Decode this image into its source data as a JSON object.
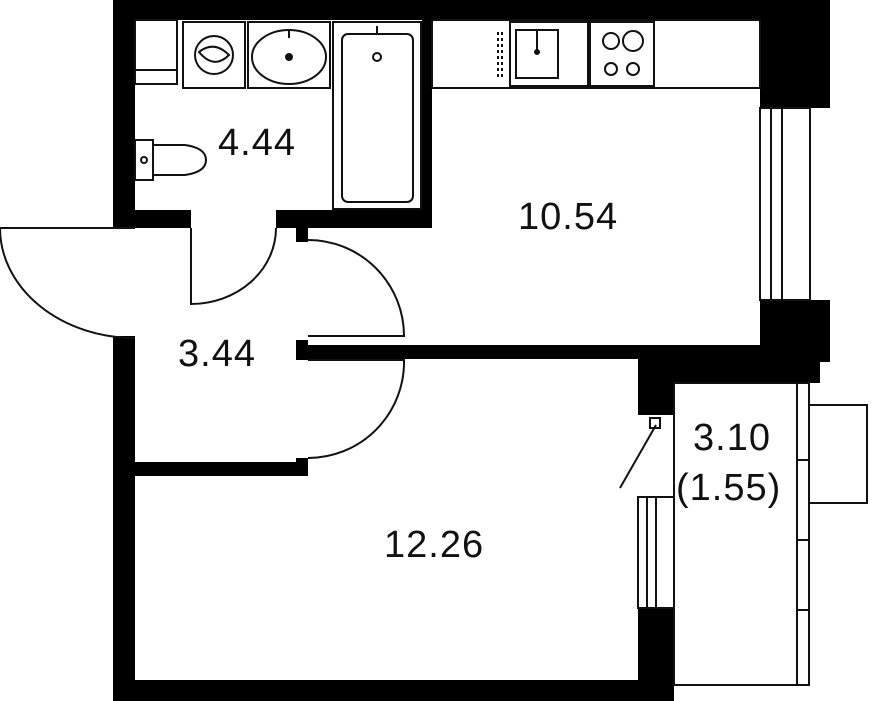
{
  "plan": {
    "colors": {
      "wall": "#000000",
      "background": "#ffffff",
      "line": "#111111",
      "text": "#111111"
    },
    "rooms": [
      {
        "id": "bathroom",
        "area": "4.44"
      },
      {
        "id": "kitchen",
        "area": "10.54"
      },
      {
        "id": "hallway",
        "area": "3.44"
      },
      {
        "id": "living",
        "area": "12.26"
      },
      {
        "id": "balcony",
        "area": "3.10",
        "area_reduced": "(1.55)"
      }
    ],
    "fixtures": [
      "washing-machine-icon",
      "sink-icon",
      "bathtub-icon",
      "toilet-icon",
      "kitchen-counter",
      "kitchen-sink-icon",
      "stove-icon"
    ]
  }
}
